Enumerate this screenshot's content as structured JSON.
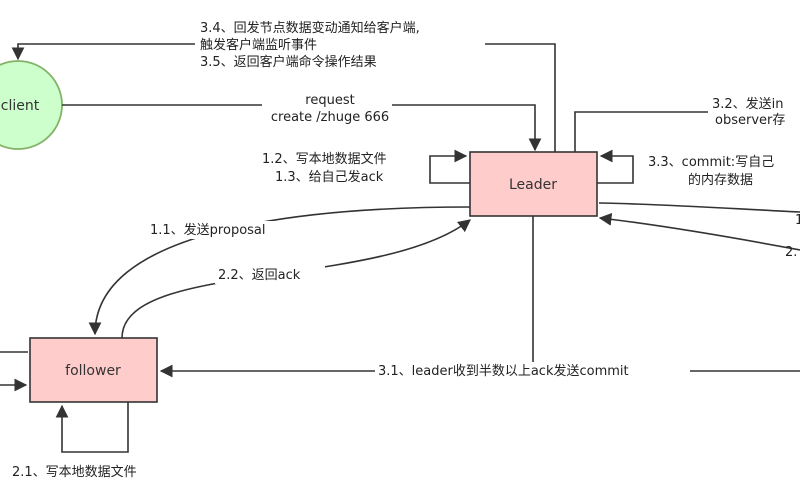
{
  "nodes": {
    "client": "client",
    "leader": "Leader",
    "follower": "follower"
  },
  "edges": {
    "notify_line1": "3.4、回发节点数据变动通知给客户端,",
    "notify_line2": "触发客户端监听事件",
    "notify_line3": "3.5、返回客户端命令操作结果",
    "request_line1": "request",
    "request_line2": "create /zhuge 666",
    "write_local_line1": "1.2、写本地数据文件",
    "write_local_line2": "1.3、给自己发ack",
    "send_observer_line1": "3.2、发送in",
    "send_observer_line2": "observer存",
    "commit_line1": "3.3、commit:写自己",
    "commit_line2": "的内存数据",
    "send_proposal": "1.1、发送proposal",
    "return_ack": "2.2、返回ack",
    "right_edge_1": "1",
    "right_edge_2": "2.",
    "leader_commit": "3.1、leader收到半数以上ack发送commit",
    "follower_write": "2.1、写本地数据文件"
  },
  "colors": {
    "client_fill": "#ccffcc",
    "client_stroke": "#82b366",
    "box_fill": "#ffcccc",
    "box_stroke": "#333333",
    "line": "#333333"
  }
}
